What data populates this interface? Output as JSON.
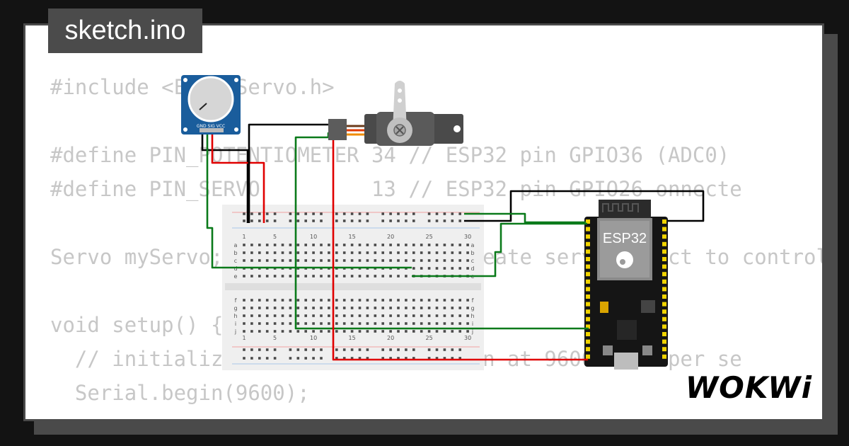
{
  "tab": {
    "filename": "sketch.ino"
  },
  "code_lines": [
    "#include <ESP32Servo.h>",
    "",
    "#define PIN_POTENTIOMETER 34 // ESP32 pin GPIO36 (ADC0)",
    "#define PIN_SERVO         13 // ESP32 pin GPIO26 onnecte",
    "",
    "Servo myServo;                // create servo object to control a serv",
    "",
    "void setup() {",
    "  // initialize serial communication at 9600 bits per se",
    "  Serial.begin(9600);"
  ],
  "board": {
    "label": "ESP32"
  },
  "breadboard": {
    "column_numbers": [
      "1",
      "5",
      "10",
      "15",
      "20",
      "25",
      "30"
    ],
    "row_letters_top": [
      "a",
      "b",
      "c",
      "d",
      "e"
    ],
    "row_letters_bottom": [
      "f",
      "g",
      "h",
      "i",
      "j"
    ]
  },
  "potentiometer": {
    "pin_labels": "GND SIG VCC"
  },
  "brand": {
    "logo": "WOKWi"
  },
  "colors": {
    "wire_black": "#000000",
    "wire_red": "#e00000",
    "wire_green": "#0a7a1a",
    "pot_board": "#1a5d9c",
    "code_text": "#c7c7c7",
    "tab_bg": "#4b4b4b"
  }
}
